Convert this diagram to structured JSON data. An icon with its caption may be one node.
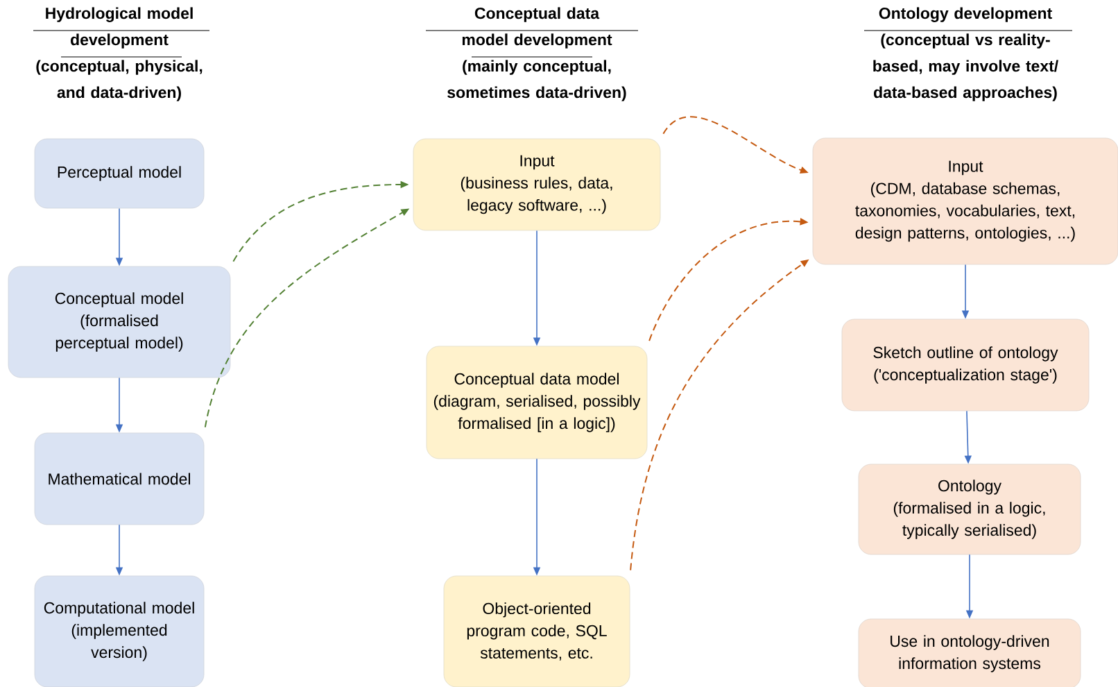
{
  "diagram": {
    "nodes": [
      {
        "text": [
          "Perceptual model"
        ]
      },
      {
        "text": [
          "Conceptual model",
          "(formalised perceptual model)"
        ]
      },
      {
        "text": [
          "Mathematical model"
        ]
      },
      {
        "text": [
          "Computational model",
          "(implemented version)"
        ]
      },
      {
        "text": [
          "Input",
          "(business rules, data, legacy software, ...)"
        ]
      },
      {
        "text": [
          "Conceptual data model",
          "(diagram, serialised, possibly formalised [in a logic])"
        ]
      },
      {
        "text": [
          "Object-oriented program code, SQL statements, etc."
        ]
      },
      {
        "text": [
          "Input",
          "(CDM, database schemas, taxonomies, vocabularies, text, design patterns, ontologies, ...)"
        ]
      },
      {
        "text": [
          "Sketch outline of ontology",
          "('conceptualization stage')"
        ]
      },
      {
        "text": [
          "Ontology",
          "(formalised in a logic, typically serialised)"
        ]
      },
      {
        "text": [
          "Use in ontology-driven information systems"
        ]
      }
    ],
    "edges": [
      {
        "from": 0,
        "to": 1,
        "arrow": "to"
      },
      {
        "from": 1,
        "to": 2,
        "arrow": "to"
      },
      {
        "from": 2,
        "to": 3,
        "arrow": "to"
      },
      {
        "from": 1,
        "to": 4,
        "arrow": "to",
        "style": "dashed",
        "color": "#548235"
      },
      {
        "from": 2,
        "to": 4,
        "arrow": "to",
        "style": "dashed",
        "color": "#548235"
      },
      {
        "from": 4,
        "to": 5,
        "arrow": "to"
      },
      {
        "from": 5,
        "to": 6,
        "arrow": "to"
      },
      {
        "from": 4,
        "to": 7,
        "arrow": "to",
        "style": "dashed",
        "color": "#c55a11"
      },
      {
        "from": 5,
        "to": 7,
        "arrow": "to",
        "style": "dashed",
        "color": "#c55a11"
      },
      {
        "from": 6,
        "to": 7,
        "arrow": "to",
        "style": "dashed",
        "color": "#c55a11"
      },
      {
        "from": 7,
        "to": 8,
        "arrow": "to"
      },
      {
        "from": 8,
        "to": 9,
        "arrow": "to"
      },
      {
        "from": 9,
        "to": 10,
        "arrow": "to"
      }
    ],
    "labels": [
      "Hydrological model development",
      "(conceptual, physical, and data-driven)",
      "Conceptual data model development",
      "(mainly conceptual, sometimes data-driven)",
      "Ontology development",
      "(conceptual vs reality-based, may involve text/ data-based approaches)"
    ]
  }
}
